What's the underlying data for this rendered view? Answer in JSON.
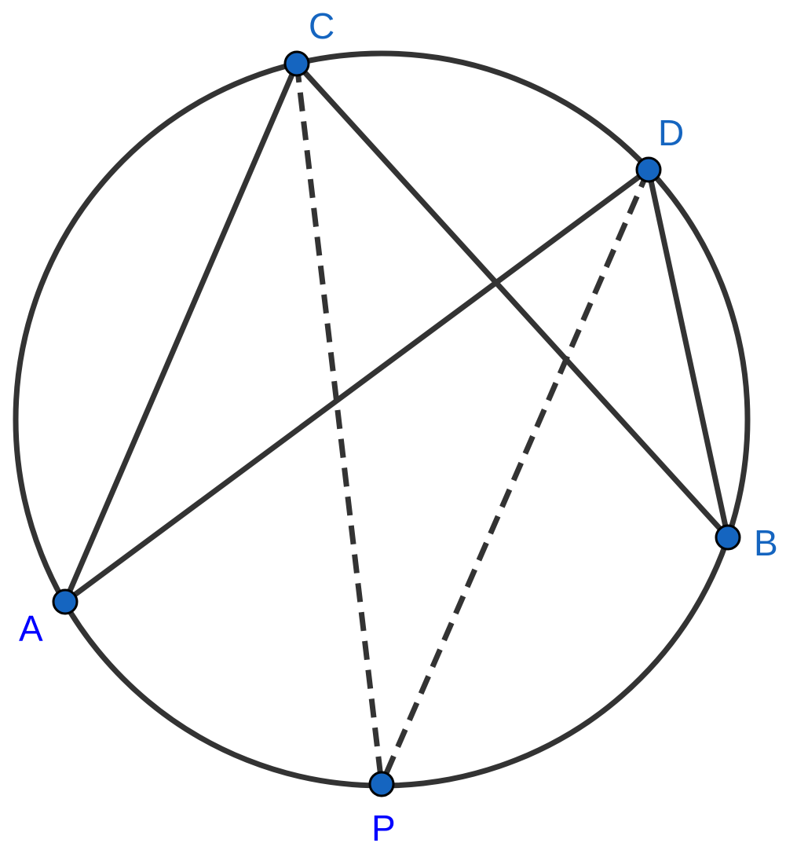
{
  "diagram": {
    "points": {
      "A": {
        "label": "A",
        "label_color": "#0000ff"
      },
      "B": {
        "label": "B",
        "label_color": "#1565c0"
      },
      "C": {
        "label": "C",
        "label_color": "#1565c0"
      },
      "D": {
        "label": "D",
        "label_color": "#1565c0"
      },
      "P": {
        "label": "P",
        "label_color": "#0000ff"
      }
    },
    "solid_segments": [
      [
        "A",
        "C"
      ],
      [
        "C",
        "B"
      ],
      [
        "A",
        "D"
      ],
      [
        "D",
        "B"
      ]
    ],
    "dashed_segments": [
      [
        "C",
        "P"
      ],
      [
        "D",
        "P"
      ]
    ],
    "colors": {
      "stroke": "#333333",
      "point_fill": "#1565c0",
      "point_outline": "#000000",
      "background": "#ffffff"
    }
  }
}
